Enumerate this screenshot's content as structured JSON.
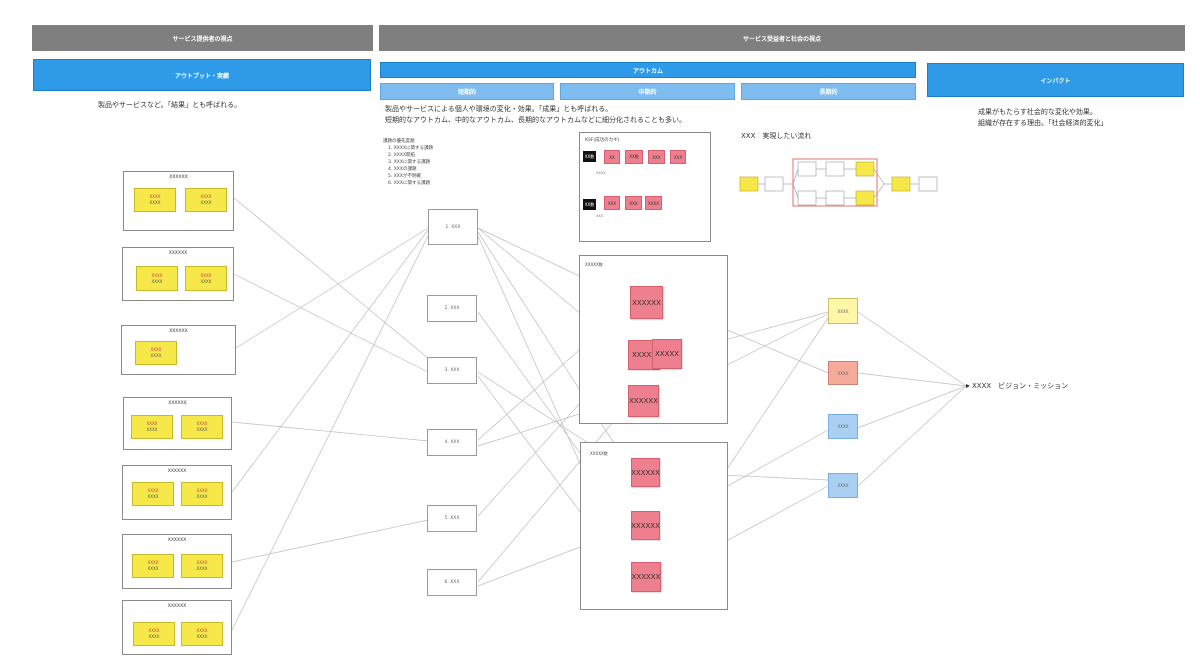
{
  "headers": {
    "provider_view": "サービス提供者の視点",
    "recipient_view": "サービス受益者と社会の視点",
    "output": "アウトプット・実績",
    "outcome": "アウトカム",
    "impact": "インパクト",
    "short_term": "短期的",
    "mid_term": "中期的",
    "long_term": "長期的"
  },
  "descriptions": {
    "output": "製品やサービスなど。「結果」とも呼ばれる。",
    "outcome_line1": "製品やサービスによる個人や環境の変化・効果。「成果」とも呼ばれる。",
    "outcome_line2": "短期的なアウトカム、中的なアウトカム、長期的なアウトカムなどに細分化されることも多い。",
    "impact_line1": "成果がもたらす社会的な変化や効果。",
    "impact_line2": "組織が存在する理由。「社会経済的変化」"
  },
  "priority_list": {
    "title": "課題の優先度順",
    "items": [
      "1. XXXXに関する課題",
      "2. XXXX開拓",
      "3. XXXに関する課題",
      "4. XXXの課題",
      "5. XXXが不明確",
      "6. XXXに関する課題"
    ]
  },
  "output_frames": [
    {
      "title": "XXXXXX",
      "stickies": [
        {
          "l1": "XXXX",
          "l2": "XXXX"
        },
        {
          "l1": "XXXX",
          "l2": "XXXX"
        }
      ]
    },
    {
      "title": "XXXXXX",
      "stickies": [
        {
          "l1": "XXXX",
          "l2": "XXXX"
        },
        {
          "l1": "XXXX",
          "l2": "XXXX"
        }
      ]
    },
    {
      "title": "XXXXXX",
      "stickies": [
        {
          "l1": "XXXX",
          "l2": "XXXX"
        }
      ]
    },
    {
      "title": "XXXXXX",
      "stickies": [
        {
          "l1": "XXXX",
          "l2": "XXXX"
        },
        {
          "l1": "XXXX",
          "l2": "XXXX"
        }
      ]
    },
    {
      "title": "XXXXXX",
      "stickies": [
        {
          "l1": "XXXX",
          "l2": "XXXX"
        },
        {
          "l1": "XXXX",
          "l2": "XXXX"
        }
      ]
    },
    {
      "title": "XXXXXX",
      "stickies": [
        {
          "l1": "XXXX",
          "l2": "XXXX"
        },
        {
          "l1": "XXXX",
          "l2": "XXXX"
        }
      ]
    },
    {
      "title": "XXXXXX",
      "stickies": [
        {
          "l1": "XXXX",
          "l2": "XXXX"
        },
        {
          "l1": "XXXX",
          "l2": "XXXX"
        }
      ]
    }
  ],
  "short_nodes": [
    "1. XXX",
    "2. XXX",
    "3. XXX",
    "4. XXX",
    "5. XXX",
    "6. XXX"
  ],
  "ksf": {
    "title": "KSF(成功のカギ)",
    "row1": {
      "tag": "XX数",
      "items": [
        "XX",
        "XX数",
        "XXX",
        "XXX"
      ],
      "note": "XXXX"
    },
    "row2": {
      "tag": "XX数",
      "items": [
        "XXX",
        "XXX",
        "XXXX"
      ],
      "note": "XXX"
    }
  },
  "mid_frame1": {
    "title": "XXXXX数",
    "stickies": [
      "XXXXXX",
      "XXXXX",
      "XXXXX",
      "XXXXXX"
    ]
  },
  "mid_frame2": {
    "title": "XXXXX数",
    "stickies": [
      "XXXXXX",
      "XXXXXX",
      "XXXXXX"
    ]
  },
  "flow": {
    "title": "XXX　実現したい流れ"
  },
  "impact_boxes": [
    "XXXX",
    "XXXX",
    "XXXX",
    "XXXX"
  ],
  "vision": "XXXX　ビジョン・ミッション",
  "colors": {
    "gray": "#7f7f7f",
    "blue": "#2f9be8",
    "light_blue": "#7fbdf0",
    "yellow": "#f7e84a",
    "pink": "#ee7f8e"
  }
}
